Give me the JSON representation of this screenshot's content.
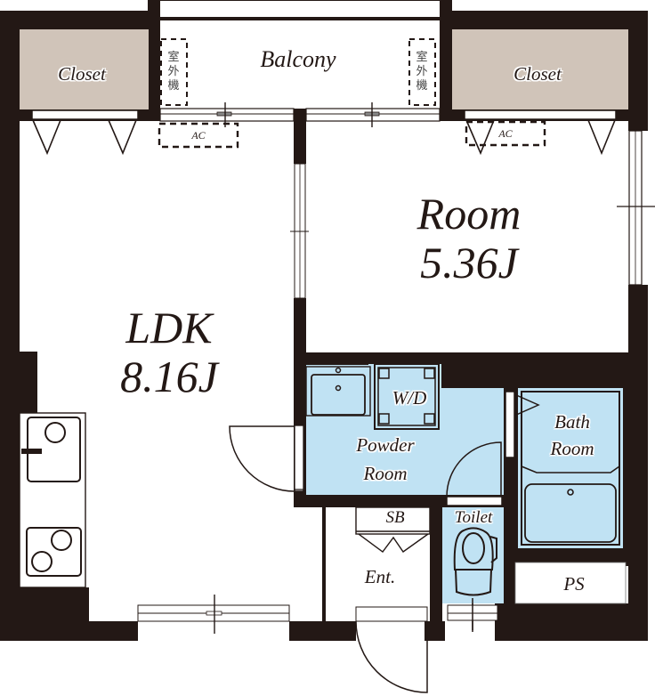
{
  "floor_plan": {
    "colors": {
      "wall": "#231815",
      "closet_fill": "#d0c4b9",
      "wet_area_fill": "#c0e2f3",
      "background": "#ffffff"
    },
    "rooms": {
      "ldk": {
        "name": "LDK",
        "size": "8.16J"
      },
      "room": {
        "name": "Room",
        "size": "5.36J"
      },
      "balcony": {
        "name": "Balcony"
      },
      "closet_left": {
        "name": "Closet"
      },
      "closet_right": {
        "name": "Closet"
      },
      "powder_room": {
        "line1": "Powder",
        "line2": "Room"
      },
      "washer_dryer": {
        "name": "W/D"
      },
      "bath_room": {
        "line1": "Bath",
        "line2": "Room"
      },
      "toilet": {
        "name": "Toilet"
      },
      "shoe_box": {
        "name": "SB"
      },
      "entrance": {
        "name": "Ent."
      },
      "pipe_space": {
        "name": "PS"
      }
    },
    "equipment": {
      "ac_left": "AC",
      "ac_right": "AC",
      "outdoor_unit_left": [
        "室",
        "外",
        "機"
      ],
      "outdoor_unit_right": [
        "室",
        "外",
        "機"
      ]
    }
  }
}
